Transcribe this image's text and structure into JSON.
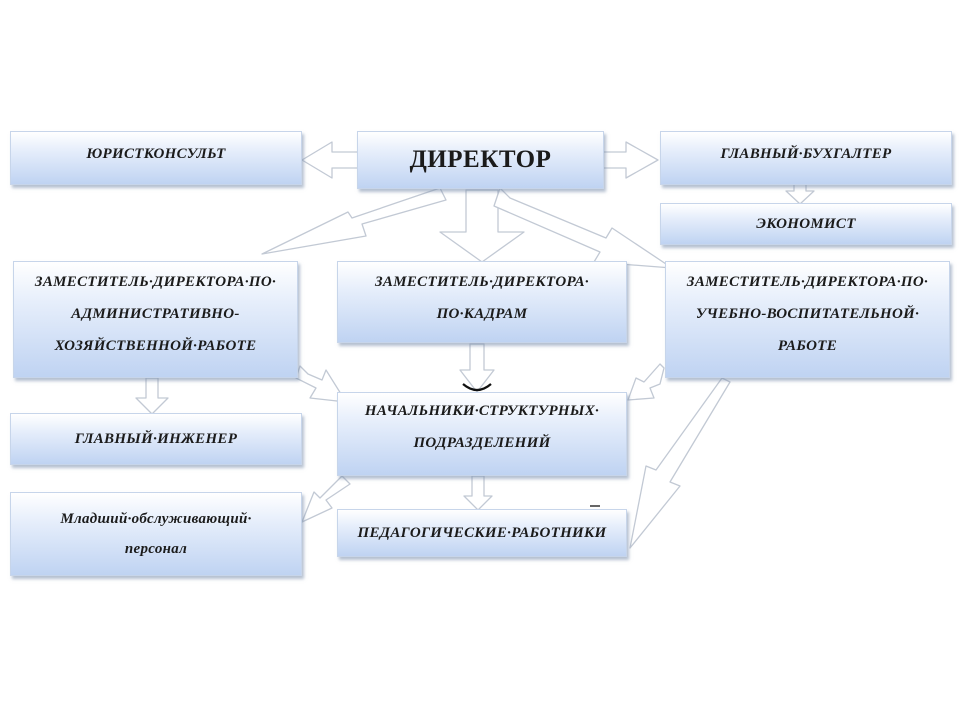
{
  "diagram": {
    "director": "ДИРЕКТОР",
    "legal_advisor": "ЮРИСТКОНСУЛЬТ",
    "chief_accountant": "ГЛАВНЫЙ·БУХГАЛТЕР",
    "economist": "ЭКОНОМИСТ",
    "deputy_admin": "ЗАМЕСТИТЕЛЬ·ДИРЕКТОРА·ПО·\nАДМИНИСТРАТИВНО-\nХОЗЯЙСТВЕННОЙ·РАБОТЕ",
    "deputy_hr": "ЗАМЕСТИТЕЛЬ·ДИРЕКТОРА·\nПО·КАДРАМ",
    "deputy_edu": "ЗАМЕСТИТЕЛЬ·ДИРЕКТОРА·ПО·\nУЧЕБНО-ВОСПИТАТЕЛЬНОЙ·\nРАБОТЕ",
    "chief_engineer": "ГЛАВНЫЙ·ИНЖЕНЕР",
    "heads_of_units": "НАЧАЛЬНИКИ·СТРУКТУРНЫХ·\nПОДРАЗДЕЛЕНИЙ",
    "junior_staff": "Младший·обслуживающий·\nперсонал",
    "teachers": "ПЕДАГОГИЧЕСКИЕ·РАБОТНИКИ"
  }
}
